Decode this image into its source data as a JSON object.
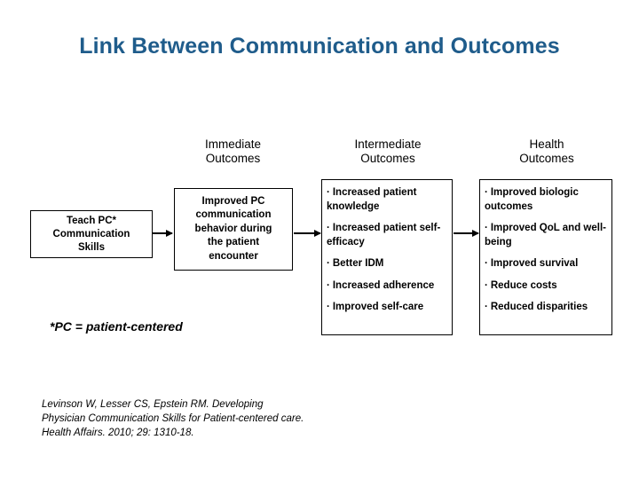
{
  "slide": {
    "title": "Link Between Communication and Outcomes",
    "title_color": "#1F5C8B",
    "background_color": "#FFFFFF"
  },
  "columns": {
    "immediate": {
      "header": "Immediate\nOutcomes"
    },
    "intermediate": {
      "header": "Intermediate\nOutcomes"
    },
    "health": {
      "header": "Health\nOutcomes"
    }
  },
  "boxes": {
    "teach": {
      "text": "Teach PC*\nCommunication\nSkills"
    },
    "improved": {
      "text": "Improved PC\ncommunication\nbehavior during\nthe patient\nencounter"
    },
    "intermediate_items": [
      "Increased patient knowledge",
      "Increased patient self-efficacy",
      "Better IDM",
      "Increased adherence",
      "Improved self-care"
    ],
    "health_items": [
      "Improved biologic outcomes",
      "Improved QoL and well-being",
      "Improved survival",
      "Reduce costs",
      "Reduced disparities"
    ],
    "bullet_glyph": "·"
  },
  "footnote": "*PC = patient-centered",
  "citation": "Levinson W, Lesser CS, Epstein RM. Developing\nPhysician Communication Skills for Patient-centered care.\nHealth Affairs. 2010; 29: 1310-18.",
  "arrows": {
    "arrow_1_label": "teach-to-improved",
    "arrow_2_label": "improved-to-intermediate",
    "arrow_3_label": "intermediate-to-health"
  }
}
